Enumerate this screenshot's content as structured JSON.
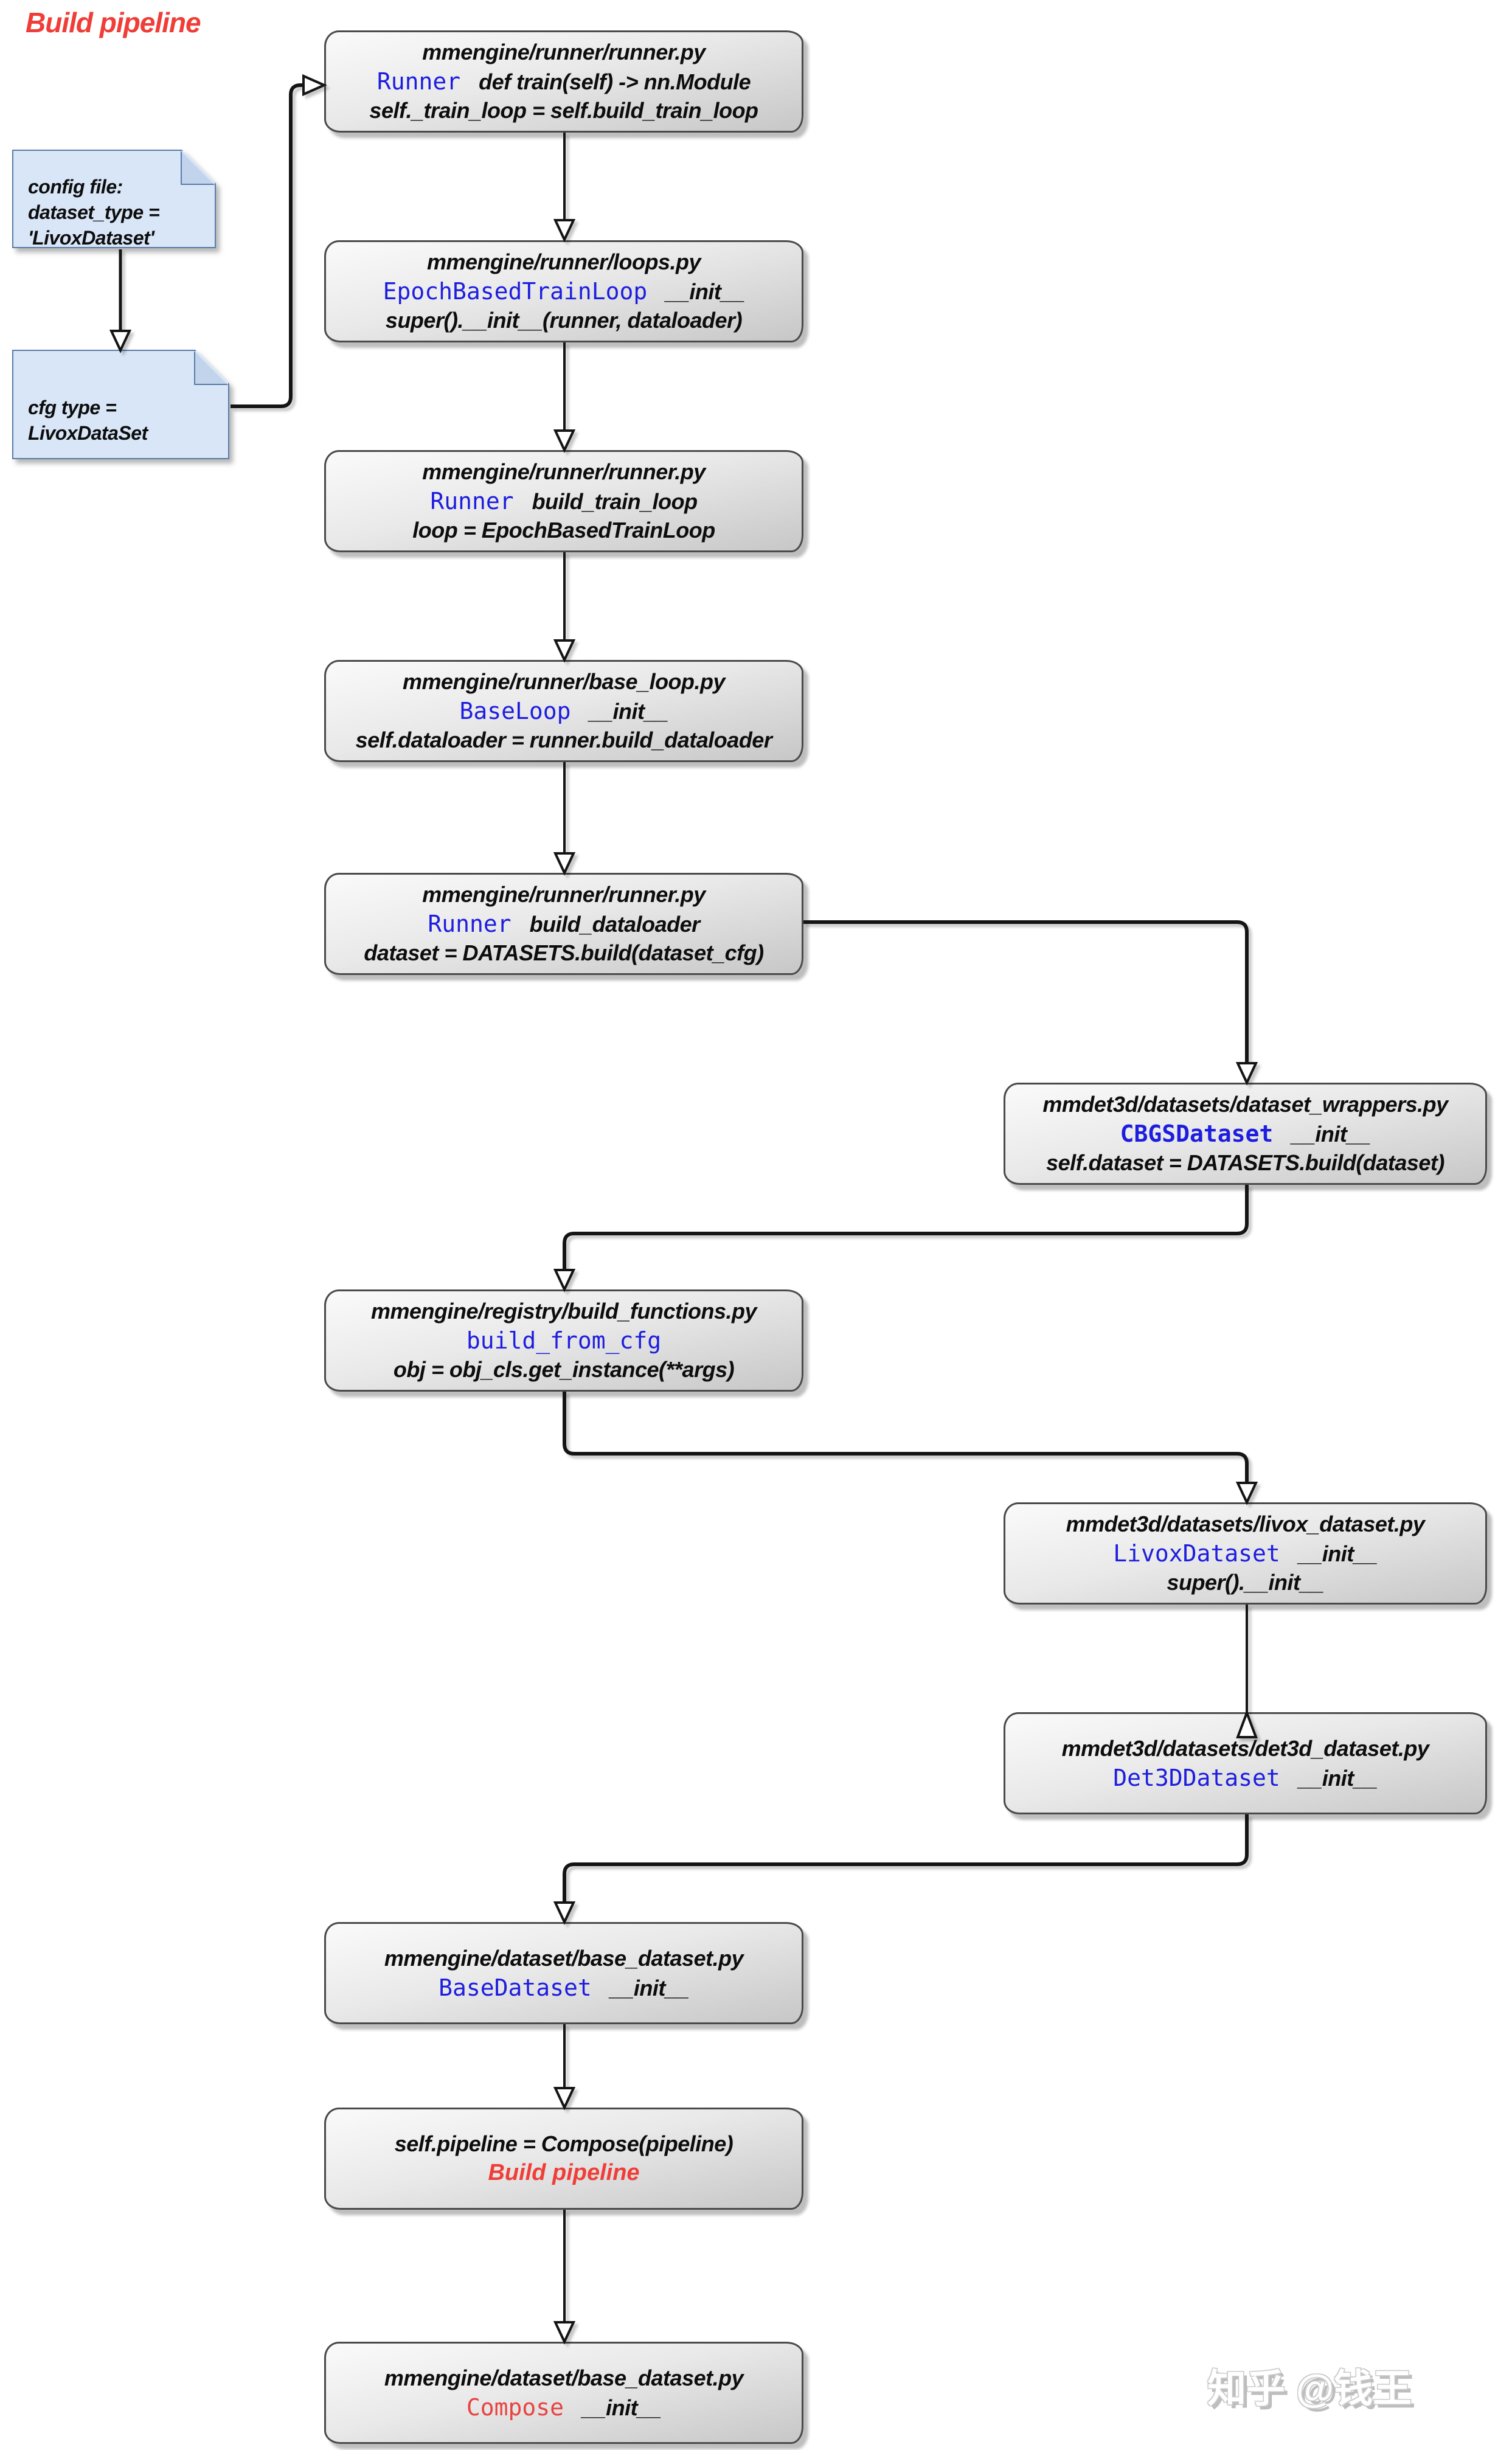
{
  "title": "Build pipeline",
  "notes": [
    {
      "id": "config-file",
      "line1": "config file:",
      "line2": "dataset_type = 'LivoxDataset'"
    },
    {
      "id": "cfg-type",
      "line1": "cfg type = LivoxDataSet",
      "line2": ""
    }
  ],
  "nodes": [
    {
      "file": "mmengine/runner/runner.py",
      "symbol": "Runner",
      "detail": "def train(self) -> nn.Module",
      "body": "self._train_loop = self.build_train_loop"
    },
    {
      "file": "mmengine/runner/loops.py",
      "symbol": "EpochBasedTrainLoop",
      "detail": "__init__",
      "body": "super().__init__(runner, dataloader)"
    },
    {
      "file": "mmengine/runner/runner.py",
      "symbol": "Runner",
      "detail": "build_train_loop",
      "body": "loop = EpochBasedTrainLoop"
    },
    {
      "file": "mmengine/runner/base_loop.py",
      "symbol": "BaseLoop",
      "detail": "__init__",
      "body": "self.dataloader = runner.build_dataloader"
    },
    {
      "file": "mmengine/runner/runner.py",
      "symbol": "Runner",
      "detail": "build_dataloader",
      "body": "dataset = DATASETS.build(dataset_cfg)"
    },
    {
      "file": "mmdet3d/datasets/dataset_wrappers.py",
      "symbol": "CBGSDataset",
      "detail": "__init__",
      "body": "self.dataset = DATASETS.build(dataset)"
    },
    {
      "file": "mmengine/registry/build_functions.py",
      "symbol": "build_from_cfg",
      "detail": "",
      "body": "obj = obj_cls.get_instance(**args)"
    },
    {
      "file": "mmdet3d/datasets/livox_dataset.py",
      "symbol": "LivoxDataset",
      "detail": "__init__",
      "body": "super().__init__"
    },
    {
      "file": "mmdet3d/datasets/det3d_dataset.py",
      "symbol": "Det3DDataset",
      "detail": "__init__"
    },
    {
      "file": "mmengine/dataset/base_dataset.py",
      "symbol": "BaseDataset",
      "detail": "__init__"
    },
    {
      "body": "self.pipeline = Compose(pipeline)",
      "caption": "Build pipeline"
    },
    {
      "file": "mmengine/dataset/base_dataset.py",
      "symbol": "Compose",
      "detail": "__init__"
    }
  ],
  "watermark": "知乎 @钱王",
  "colors": {
    "title_red": "#ef3e38",
    "class_blue": "#1d1de0",
    "compose_red": "#e84340",
    "note_fill": "#d9e6f8",
    "box_fill_top": "#fafafa",
    "box_fill_bottom": "#c7c7c7",
    "line_color": "#141414"
  }
}
